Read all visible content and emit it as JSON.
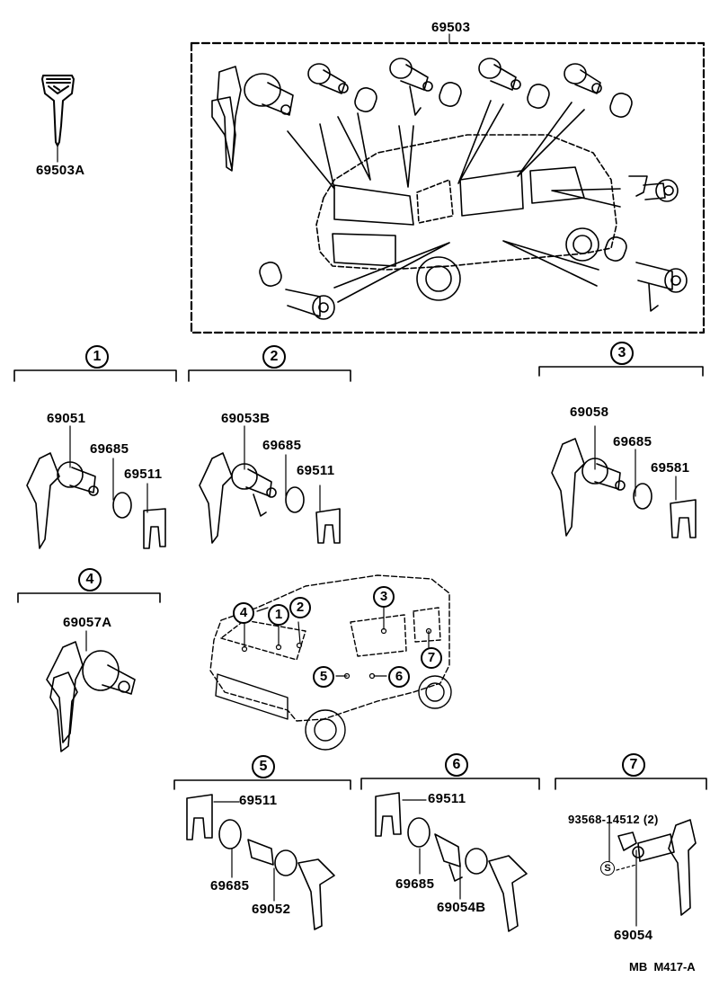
{
  "diagram": {
    "type": "parts-exploded-view",
    "subject": "Door lock cylinder & key set (van)",
    "drawing_code": "MB  M417-A"
  },
  "top": {
    "key_part": "69503A",
    "set_part": "69503"
  },
  "groups": [
    {
      "id": "1",
      "parts": {
        "cylinder": "69051",
        "pad": "69685",
        "retainer": "69511"
      }
    },
    {
      "id": "2",
      "parts": {
        "cylinder": "69053B",
        "pad": "69685",
        "retainer": "69511"
      }
    },
    {
      "id": "3",
      "parts": {
        "cylinder": "69058",
        "pad": "69685",
        "retainer": "69581"
      }
    },
    {
      "id": "4",
      "parts": {
        "cylinder": "69057A"
      }
    },
    {
      "id": "5",
      "parts": {
        "retainer": "69511",
        "pad": "69685",
        "cylinder": "69052"
      }
    },
    {
      "id": "6",
      "parts": {
        "retainer": "69511",
        "pad": "69685",
        "cylinder": "69054B"
      }
    },
    {
      "id": "7",
      "parts": {
        "screw": "93568-14512 (2)",
        "screw_symbol": "S",
        "cylinder": "69054"
      }
    }
  ],
  "van_callouts": [
    "4",
    "1",
    "2",
    "3",
    "7",
    "5",
    "6"
  ]
}
